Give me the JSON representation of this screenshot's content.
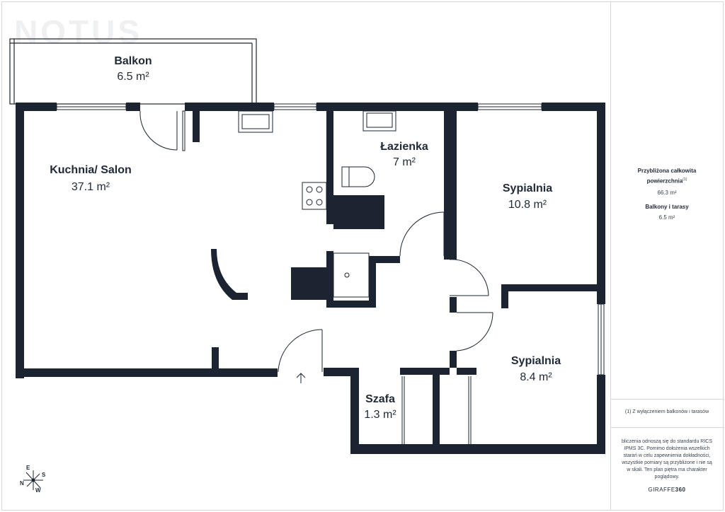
{
  "logo": {
    "text": "NOTUS"
  },
  "rooms": [
    {
      "name": "Balkon",
      "area": "6.5 m²"
    },
    {
      "name": "Kuchnia/ Salon",
      "area": "37.1 m²"
    },
    {
      "name": "Łazienka",
      "area": "7 m²"
    },
    {
      "name": "Sypialnia",
      "area": "10.8 m²"
    },
    {
      "name": "Sypialnia",
      "area": "8.4 m²"
    },
    {
      "name": "Szafa",
      "area": "1.3 m²"
    }
  ],
  "summary": {
    "total_label": "Przybliżona całkowita powierzchnia",
    "total_footnote_mark": "(1)",
    "total_value": "66.3 m²",
    "balcony_label": "Balkony i tarasy",
    "balcony_value": "6.5 m²"
  },
  "footnote": "(1) Z wyłączeniem balkonów i tarasów",
  "disclaimer": "bliczenia odnoszą się do standardu RICS IPMS 3C. Pomimo dołożenia wszelkich starań w celu zapewnienia dokładności, wszystkie pomiary są przybliżone i nie są w skali. Ten plan piętra ma charakter poglądowy.",
  "brand": {
    "part1": "GIRAFFE",
    "part2": "360"
  },
  "compass": {
    "e": "E",
    "s": "S",
    "n": "N",
    "w": "W"
  },
  "colors": {
    "wall": "#1b2430",
    "text": "#1f2a36",
    "line": "#1b2430"
  }
}
